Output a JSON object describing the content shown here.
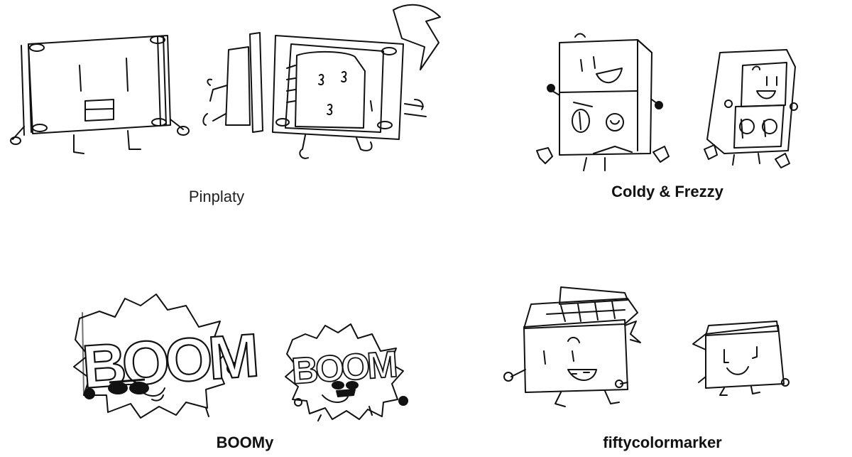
{
  "captions": {
    "pinplaty": "Pinplaty",
    "coldy_frezzy": "Coldy & Frezzy",
    "boomy": "BOOMy",
    "fiftycolormarker": "fiftycolormarker"
  },
  "boom_text": {
    "large": "BOOM",
    "small": "BOOM"
  },
  "colors": {
    "background": "#ffffff",
    "ink": "#111111"
  }
}
